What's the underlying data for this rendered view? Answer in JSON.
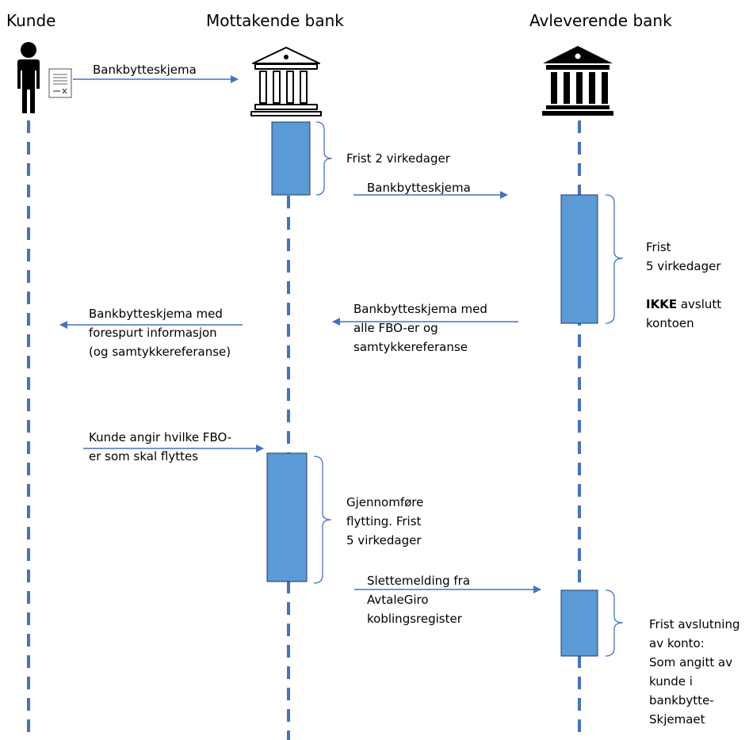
{
  "headers": {
    "customer": "Kunde",
    "receiving_bank": "Mottakende bank",
    "delivering_bank": "Avleverende bank"
  },
  "messages": {
    "m1": "Bankbytteskjema",
    "m2": "Bankbytteskjema",
    "m3": [
      "Bankbytteskjema med",
      "alle FBO-er og",
      "samtykkereferanse"
    ],
    "m4": [
      "Bankbytteskjema med",
      "forespurt informasjon",
      "(og samtykkereferanse)"
    ],
    "m5": [
      "Kunde angir hvilke FBO-",
      "er som skal flyttes"
    ],
    "m6": [
      "Slettemelding fra",
      "AvtaleGiro",
      "koblingsregister"
    ]
  },
  "notes": {
    "n1": "Frist 2 virkedager",
    "n2": {
      "lines": [
        "Frist",
        "5 virkedager"
      ],
      "bold": "IKKE",
      "rest": " avslutt",
      "last": "kontoen"
    },
    "n3": [
      "Gjennomføre",
      "flytting. Frist",
      "5 virkedager"
    ],
    "n4": [
      "Frist avslutning",
      "av konto:",
      "Som angitt av",
      "kunde i",
      "bankbytte-",
      "Skjemaet"
    ]
  },
  "colors": {
    "lifeline": "#4472c4",
    "activation_fill": "#5b9bd5",
    "activation_stroke": "#1f3864",
    "arrow": "#4472c4",
    "brace": "#4472c4"
  },
  "icons": {
    "customer": "person-icon",
    "form": "document-icon",
    "receiving_bank": "bank-outline-icon",
    "delivering_bank": "bank-filled-icon"
  }
}
